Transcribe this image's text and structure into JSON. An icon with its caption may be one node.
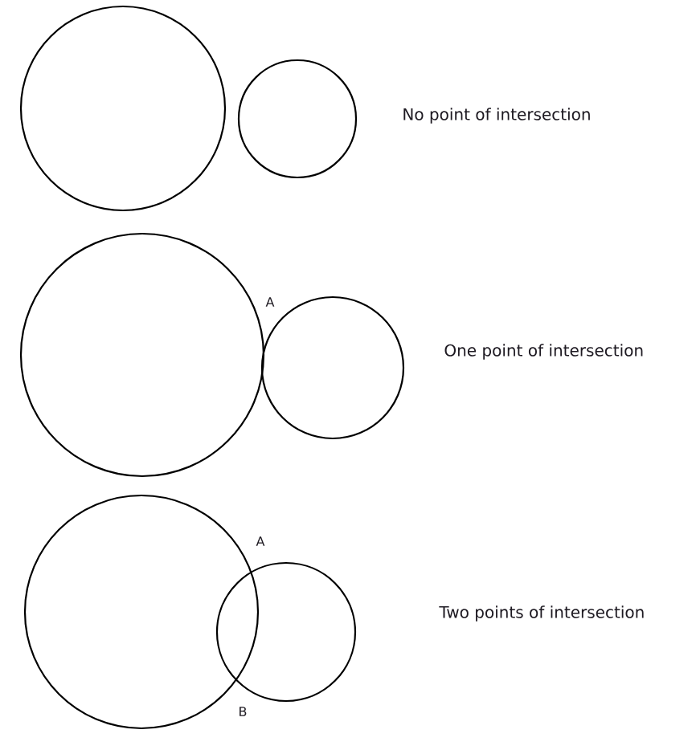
{
  "diagram": {
    "nodes": [
      {
        "text": [],
        "shape": "circle"
      },
      {
        "text": [],
        "shape": "circle"
      },
      {
        "text": [],
        "shape": "circle"
      },
      {
        "text": [],
        "shape": "circle"
      },
      {
        "text": [],
        "shape": "circle"
      },
      {
        "text": [],
        "shape": "circle"
      }
    ],
    "labels": [
      "No point of intersection",
      "A",
      "One point of intersection",
      "A",
      "Two points of intersection",
      "B"
    ]
  }
}
